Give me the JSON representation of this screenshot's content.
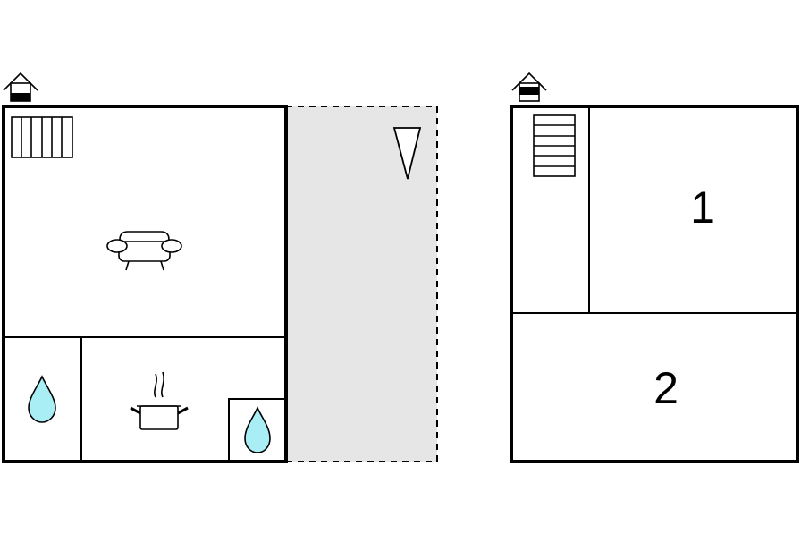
{
  "floors": [
    {
      "id": "ground-floor",
      "entrance_icon": "house-entrance-icon",
      "rooms": [
        {
          "name": "living-room",
          "icon": "sofa-icon"
        },
        {
          "name": "bathroom",
          "icon": "water-drop-icon"
        },
        {
          "name": "kitchen",
          "icon": "cooking-pot-icon"
        },
        {
          "name": "washroom",
          "icon": "water-drop-icon"
        }
      ],
      "stairs_icon": "stairs-icon",
      "terrace": {
        "icon": "parasol-icon",
        "fill": "#e6e6e6"
      }
    },
    {
      "id": "upper-floor",
      "entrance_icon": "house-entrance-icon",
      "stairs_icon": "stairs-icon",
      "rooms": [
        {
          "label": "1"
        },
        {
          "label": "2"
        }
      ]
    }
  ],
  "colors": {
    "wall": "#000000",
    "water": "#a8eef4",
    "terrace": "#e6e6e6"
  }
}
